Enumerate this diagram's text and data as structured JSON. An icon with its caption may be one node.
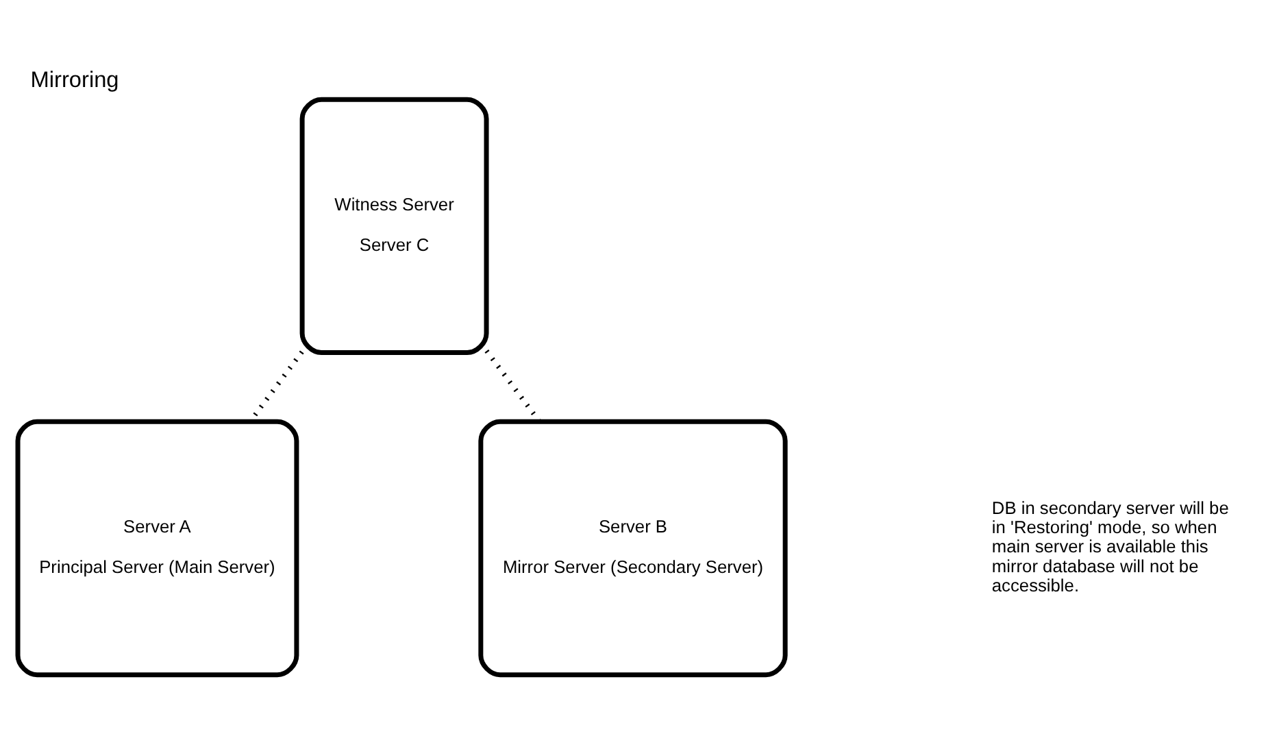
{
  "diagram": {
    "title": "Mirroring",
    "nodes": [
      {
        "text": [
          "Witness Server",
          "Server C"
        ]
      },
      {
        "text": [
          "Server A",
          "Principal Server (Main Server)"
        ]
      },
      {
        "text": [
          "Server B",
          "Mirror Server (Secondary Server)"
        ]
      }
    ],
    "edges": [
      {
        "from": 1,
        "to": 0,
        "arrow": "none",
        "style": "dashed"
      },
      {
        "from": 0,
        "to": 2,
        "arrow": "none",
        "style": "dashed"
      }
    ],
    "labels": [
      "DB in secondary server will be in 'Restoring' mode, so when main server is available this mirror database will not be accessible."
    ]
  }
}
